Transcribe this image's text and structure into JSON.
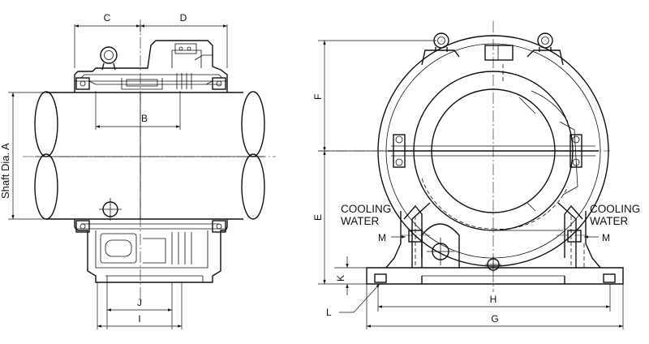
{
  "dimensions": {
    "c": "C",
    "d": "D",
    "b": "B",
    "shaft": "Shaft Dia. A",
    "j": "J",
    "i": "I",
    "f": "F",
    "e": "E",
    "k": "K",
    "l": "L",
    "h": "H",
    "g": "G",
    "m_left": "M",
    "m_right": "M"
  },
  "notes": {
    "cooling_left_1": "COOLING",
    "cooling_left_2": "WATER",
    "cooling_right_1": "COOLING",
    "cooling_right_2": "WATER"
  }
}
